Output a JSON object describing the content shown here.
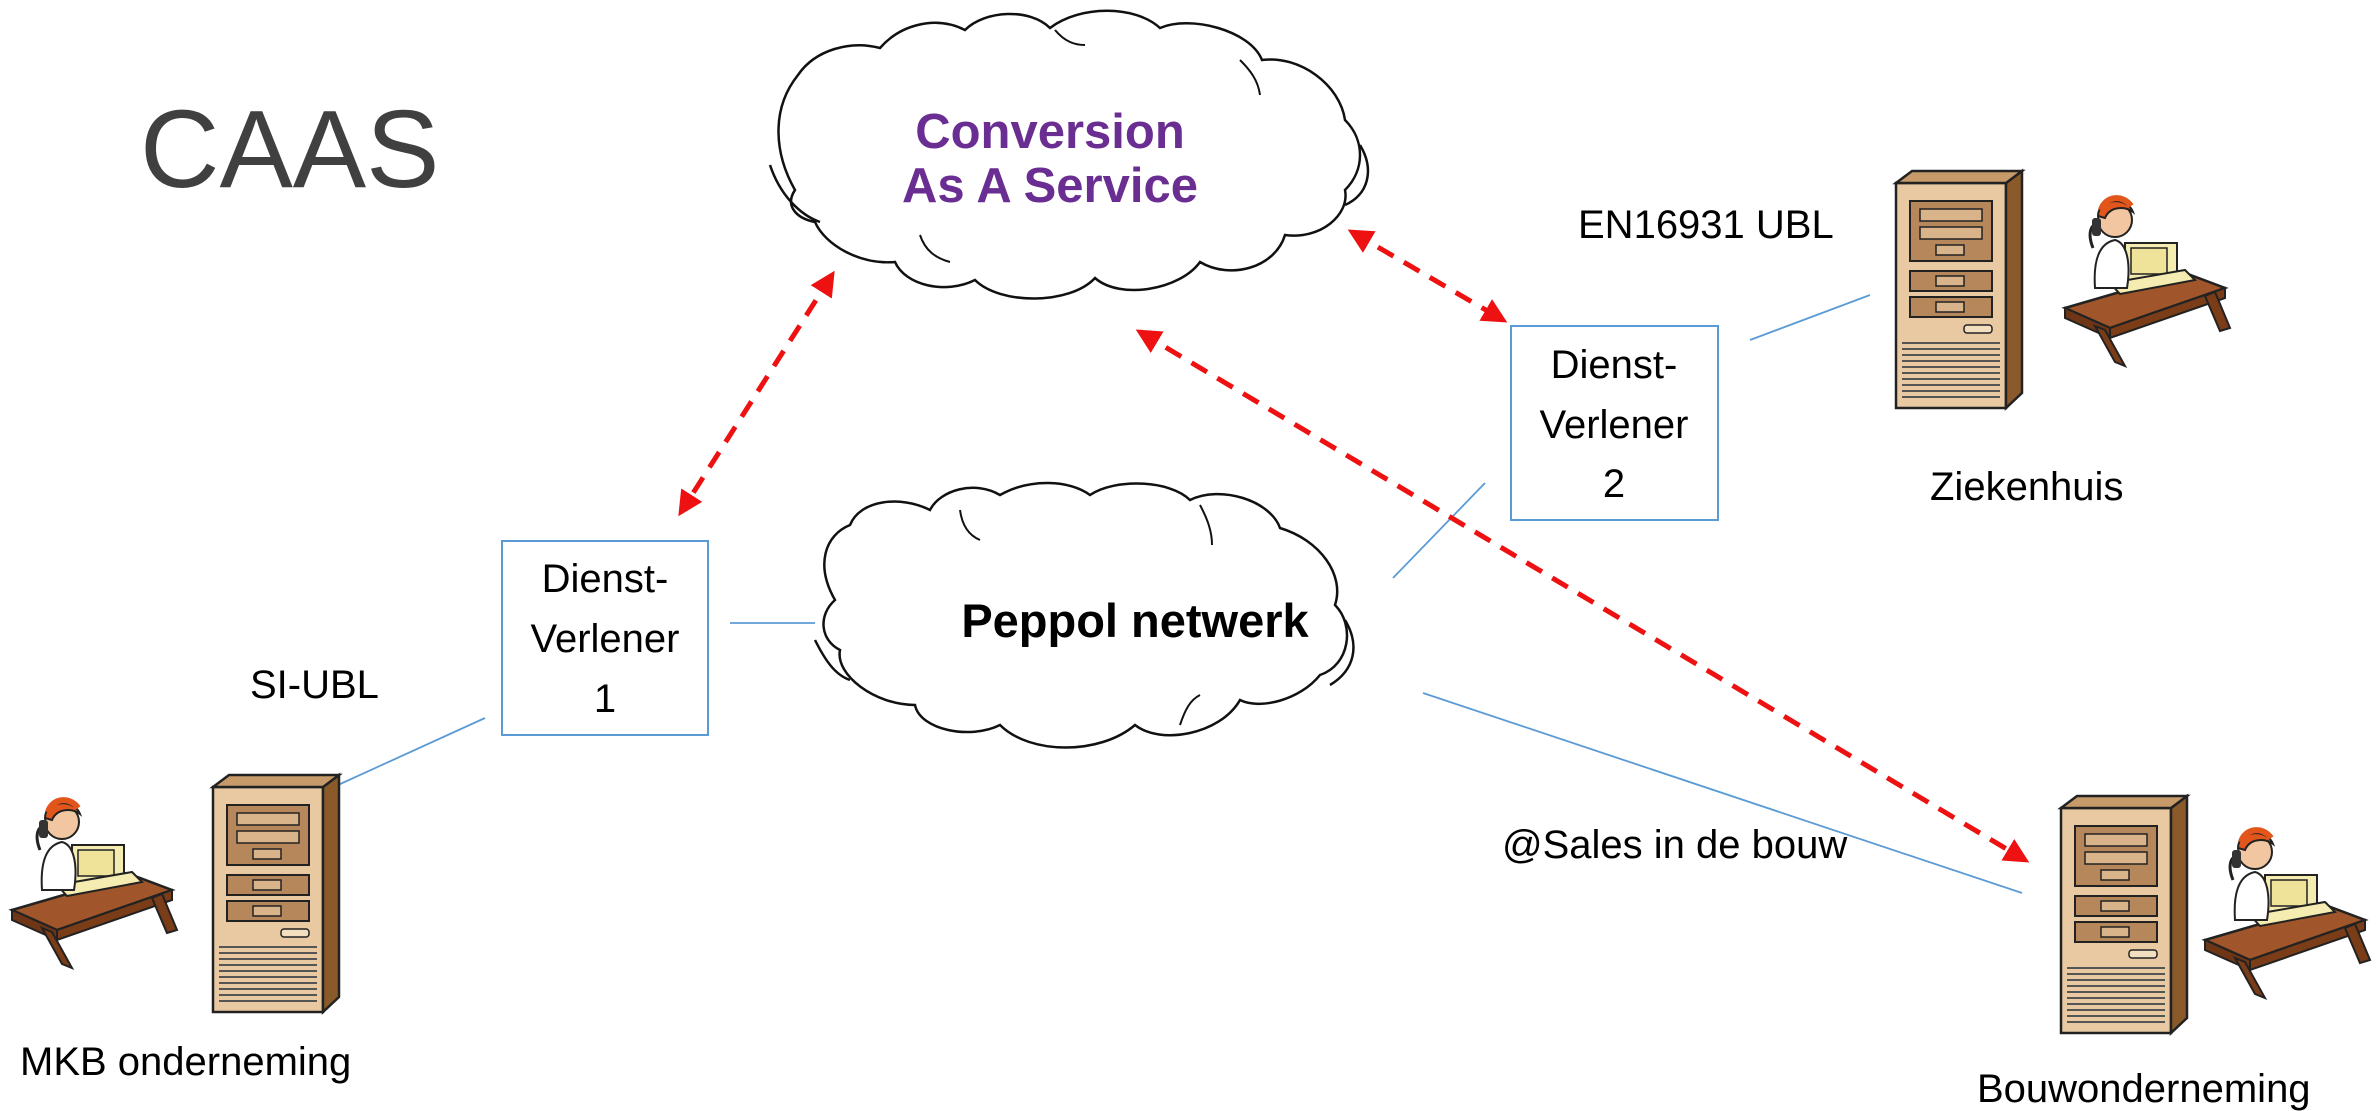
{
  "title": "CAAS",
  "clouds": {
    "caas": {
      "line1": "Conversion",
      "line2": "As A Service"
    },
    "peppol": {
      "label": "Peppol netwerk"
    }
  },
  "providers": {
    "dv1": {
      "line1": "Dienst-",
      "line2": "Verlener",
      "line3": "1"
    },
    "dv2": {
      "line1": "Dienst-",
      "line2": "Verlener",
      "line3": "2"
    }
  },
  "formats": {
    "si_ubl": "SI-UBL",
    "en16931": "EN16931 UBL",
    "sales_bouw": "@Sales in de bouw"
  },
  "parties": {
    "mkb": "MKB onderneming",
    "ziekenhuis": "Ziekenhuis",
    "bouw": "Bouwonderneming"
  },
  "colors": {
    "caas_text": "#6a2d91",
    "arrow": "#ee1111",
    "line": "#5b9bd5",
    "box_border": "#5b9bd5"
  },
  "icons": {
    "server": "server-tower-icon",
    "worker": "office-worker-icon"
  }
}
